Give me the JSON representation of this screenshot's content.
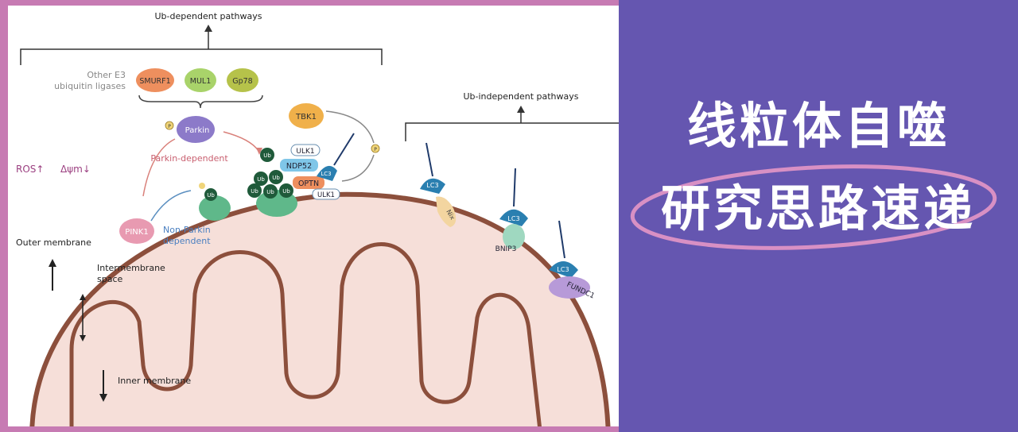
{
  "diagram": {
    "ub_dependent": "Ub-dependent pathways",
    "ub_independent": "Ub-independent pathways",
    "other_e3": [
      "Other E3",
      "ubiquitin ligases"
    ],
    "smurf1": "SMURF1",
    "mul1": "MUL1",
    "gp78": "Gp78",
    "parkin": "Parkin",
    "parkin_dependent": "Parkin-dependent",
    "non_parkin": [
      "Non-Parkin",
      "dependent"
    ],
    "ros": "ROS↑",
    "dpsi": "Δψm↓",
    "pink1": "PINK1",
    "tbk1": "TBK1",
    "ulk1_top": "ULK1",
    "ndp52": "NDP52",
    "optn": "OPTN",
    "ulk1_bottom": "ULK1",
    "lc3": "LC3",
    "nix": "Nix",
    "bnip3": "BNIP3",
    "fundc1": "FUNDC1",
    "ub": "Ub",
    "p": "P",
    "outer_membrane": "Outer membrane",
    "intermembrane": [
      "Intermembrane",
      "space"
    ],
    "inner_membrane": "Inner membrane"
  },
  "banner": {
    "line1": "线粒体自噬",
    "line2": "研究思路速递"
  },
  "colors": {
    "background": "#6556b0",
    "frame": "#c77bb3",
    "membrane": "#8c4f3c",
    "matrix": "#f6dfd9",
    "ub_dark": "#1f5a3a",
    "lc3_blue": "#2a7fb0"
  }
}
